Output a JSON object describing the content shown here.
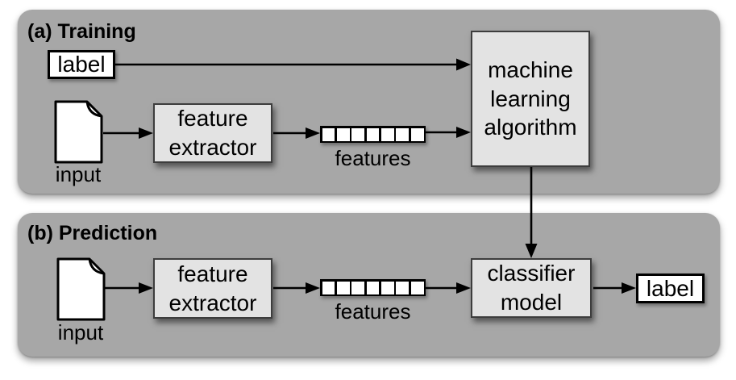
{
  "colors": {
    "panel_bg": "#a7a7a7",
    "process_box_bg": "#e3e3e3",
    "process_box_border": "#3d3d3d",
    "io_box_bg": "#ffffff",
    "io_box_border": "#000000",
    "arrow": "#000000",
    "text": "#000000"
  },
  "training": {
    "title": "(a) Training",
    "label_box": "label",
    "input_caption": "input",
    "feature_extractor_box": "feature extractor",
    "features_caption": "features",
    "features_cell_count": 7,
    "ml_algorithm_box": "machine learning algorithm"
  },
  "prediction": {
    "title": "(b) Prediction",
    "input_caption": "input",
    "feature_extractor_box": "feature extractor",
    "features_caption": "features",
    "features_cell_count": 7,
    "classifier_model_box": "classifier model",
    "label_box": "label"
  }
}
